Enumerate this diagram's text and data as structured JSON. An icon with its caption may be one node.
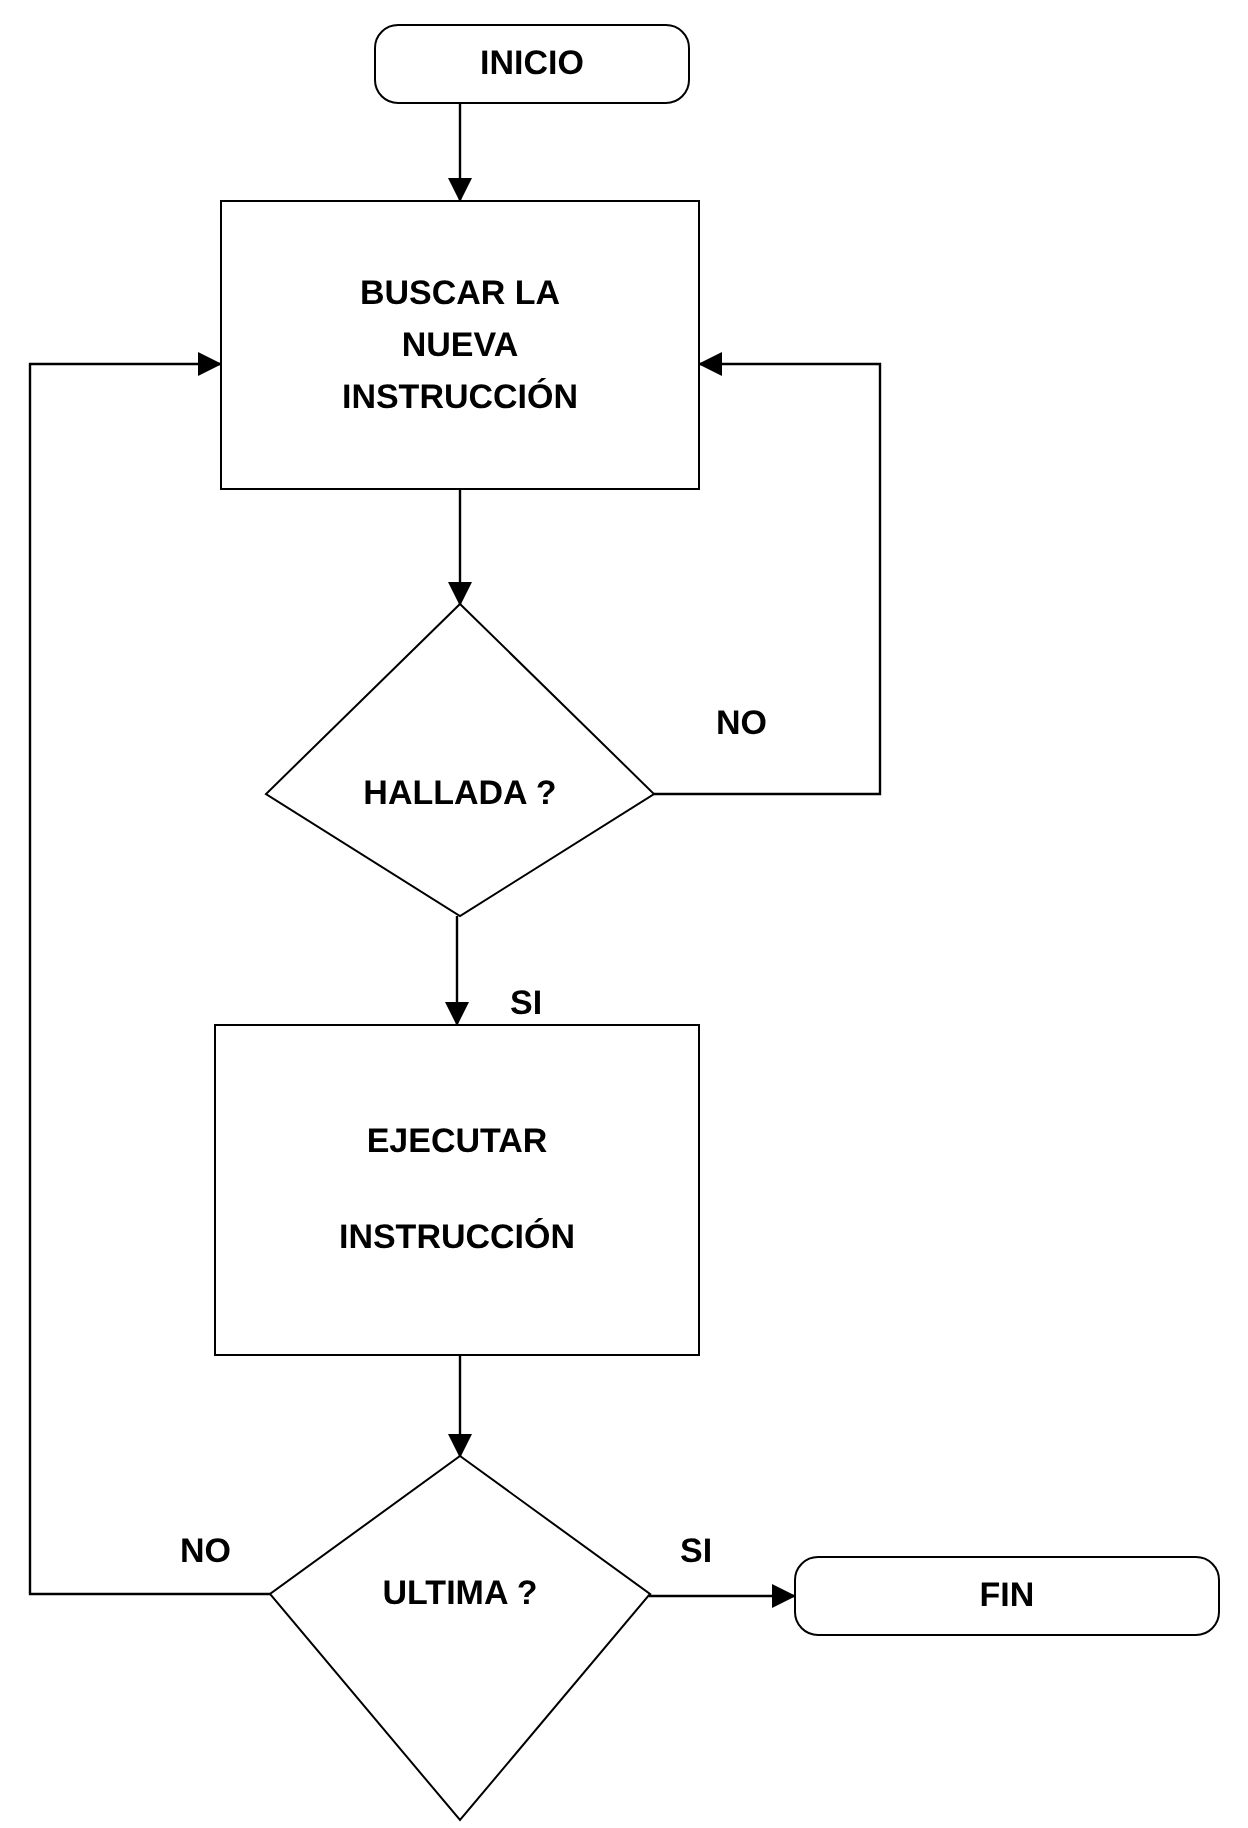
{
  "diagram": {
    "nodes": [
      {
        "text": [
          "INICIO"
        ]
      },
      {
        "text": [
          "BUSCAR LA NUEVA INSTRUCCIÓN"
        ]
      },
      {
        "text": [
          "HALLADA ?"
        ]
      },
      {
        "text": [
          "EJECUTAR",
          "INSTRUCCIÓN"
        ]
      },
      {
        "text": [
          "ULTIMA ?"
        ]
      },
      {
        "text": [
          "FIN"
        ]
      }
    ],
    "edges": [
      {
        "from": 0,
        "to": 1,
        "arrow": "to"
      },
      {
        "from": 1,
        "to": 2,
        "arrow": "to"
      },
      {
        "from": 2,
        "to": 1,
        "arrow": "to",
        "label": "NO"
      },
      {
        "from": 2,
        "to": 3,
        "arrow": "to",
        "label": "SI"
      },
      {
        "from": 3,
        "to": 4,
        "arrow": "to"
      },
      {
        "from": 4,
        "to": 1,
        "arrow": "to",
        "label": "NO"
      },
      {
        "from": 4,
        "to": 5,
        "arrow": "to",
        "label": "SI"
      }
    ]
  }
}
